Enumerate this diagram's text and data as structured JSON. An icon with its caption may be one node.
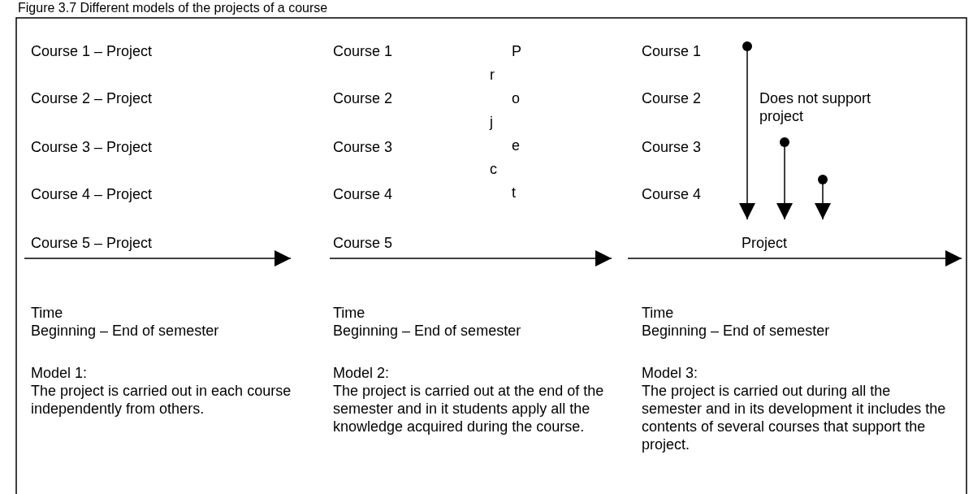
{
  "diagram": {
    "title": "Figure 3.7 Different models of the projects of a course",
    "labels": [
      "Course 1 – Project",
      "Course 2 – Project",
      "Course 3 – Project",
      "Course 4 – Project",
      "Course 5 – Project",
      "Time",
      "Beginning – End of semester",
      "Model 1:",
      "The project is carried out in each course independently from others.",
      "Course 1",
      "Course 2",
      "Course 3",
      "Course 4",
      "Course 5",
      "Project",
      "Time",
      "Beginning – End of semester",
      "Model 2:",
      "The project is carried out at the end of the semester and in it students apply all the knowledge acquired during the course.",
      "Course 1",
      "Course 2",
      "Course 3",
      "Course 4",
      "Does not support project",
      "Project",
      "Time",
      "Beginning – End of semester",
      "Model 3:",
      "The project is carried out during all the semester and in its development it includes the contents of several courses that support the project."
    ]
  }
}
